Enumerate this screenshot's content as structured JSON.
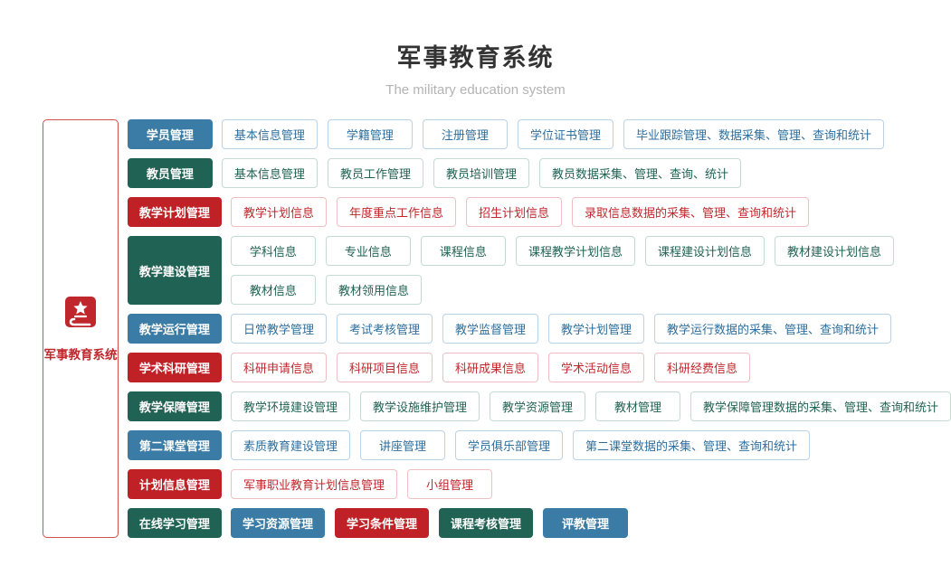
{
  "header": {
    "title": "军事教育系统",
    "subtitle": "The military education system"
  },
  "root": {
    "label": "军事教育系统",
    "icon": "book-star-icon"
  },
  "colors": {
    "blue_fill": "#3a7ca5",
    "green_fill": "#206253",
    "red_fill": "#bf2126",
    "blue_text": "#2e6f9e",
    "green_text": "#206253",
    "red_text": "#c0272c",
    "root_border": "#d0514d"
  },
  "rows": [
    {
      "category": {
        "label": "学员管理",
        "color": "blue"
      },
      "item_lines": [
        [
          {
            "label": "基本信息管理",
            "color": "blue",
            "filled": false
          },
          {
            "label": "学籍管理",
            "color": "blue",
            "filled": false
          },
          {
            "label": "注册管理",
            "color": "blue",
            "filled": false
          },
          {
            "label": "学位证书管理",
            "color": "blue",
            "filled": false
          },
          {
            "label": "毕业跟踪管理、数据采集、管理、查询和统计",
            "color": "blue",
            "filled": false
          }
        ]
      ]
    },
    {
      "category": {
        "label": "教员管理",
        "color": "green"
      },
      "item_lines": [
        [
          {
            "label": "基本信息管理",
            "color": "green",
            "filled": false
          },
          {
            "label": "教员工作管理",
            "color": "green",
            "filled": false
          },
          {
            "label": "教员培训管理",
            "color": "green",
            "filled": false
          },
          {
            "label": "教员数据采集、管理、查询、统计",
            "color": "green",
            "filled": false
          }
        ]
      ]
    },
    {
      "category": {
        "label": "教学计划管理",
        "color": "red"
      },
      "item_lines": [
        [
          {
            "label": "教学计划信息",
            "color": "red",
            "filled": false
          },
          {
            "label": "年度重点工作信息",
            "color": "red",
            "filled": false
          },
          {
            "label": "招生计划信息",
            "color": "red",
            "filled": false
          },
          {
            "label": "录取信息数据的采集、管理、查询和统计",
            "color": "red",
            "filled": false
          }
        ]
      ]
    },
    {
      "category": {
        "label": "教学建设管理",
        "color": "green"
      },
      "item_lines": [
        [
          {
            "label": "学科信息",
            "color": "green",
            "filled": false
          },
          {
            "label": "专业信息",
            "color": "green",
            "filled": false
          },
          {
            "label": "课程信息",
            "color": "green",
            "filled": false
          },
          {
            "label": "课程教学计划信息",
            "color": "green",
            "filled": false
          },
          {
            "label": "课程建设计划信息",
            "color": "green",
            "filled": false
          },
          {
            "label": "教材建设计划信息",
            "color": "green",
            "filled": false
          }
        ],
        [
          {
            "label": "教材信息",
            "color": "green",
            "filled": false
          },
          {
            "label": "教材领用信息",
            "color": "green",
            "filled": false
          }
        ]
      ]
    },
    {
      "category": {
        "label": "教学运行管理",
        "color": "blue"
      },
      "item_lines": [
        [
          {
            "label": "日常教学管理",
            "color": "blue",
            "filled": false
          },
          {
            "label": "考试考核管理",
            "color": "blue",
            "filled": false
          },
          {
            "label": "教学监督管理",
            "color": "blue",
            "filled": false
          },
          {
            "label": "教学计划管理",
            "color": "blue",
            "filled": false
          },
          {
            "label": "教学运行数据的采集、管理、查询和统计",
            "color": "blue",
            "filled": false
          }
        ]
      ]
    },
    {
      "category": {
        "label": "学术科研管理",
        "color": "red"
      },
      "item_lines": [
        [
          {
            "label": "科研申请信息",
            "color": "red",
            "filled": false
          },
          {
            "label": "科研项目信息",
            "color": "red",
            "filled": false
          },
          {
            "label": "科研成果信息",
            "color": "red",
            "filled": false
          },
          {
            "label": "学术活动信息",
            "color": "red",
            "filled": false
          },
          {
            "label": "科研经费信息",
            "color": "red",
            "filled": false
          }
        ]
      ]
    },
    {
      "category": {
        "label": "教学保障管理",
        "color": "green"
      },
      "item_lines": [
        [
          {
            "label": "教学环境建设管理",
            "color": "green",
            "filled": false
          },
          {
            "label": "教学设施维护管理",
            "color": "green",
            "filled": false
          },
          {
            "label": "教学资源管理",
            "color": "green",
            "filled": false
          },
          {
            "label": "教材管理",
            "color": "green",
            "filled": false
          },
          {
            "label": "教学保障管理数据的采集、管理、查询和统计",
            "color": "green",
            "filled": false
          }
        ]
      ]
    },
    {
      "category": {
        "label": "第二课堂管理",
        "color": "blue"
      },
      "item_lines": [
        [
          {
            "label": "素质教育建设管理",
            "color": "blue",
            "filled": false
          },
          {
            "label": "讲座管理",
            "color": "blue",
            "filled": false
          },
          {
            "label": "学员俱乐部管理",
            "color": "blue",
            "filled": false
          },
          {
            "label": "第二课堂数据的采集、管理、查询和统计",
            "color": "blue",
            "filled": false
          }
        ]
      ]
    },
    {
      "category": {
        "label": "计划信息管理",
        "color": "red"
      },
      "item_lines": [
        [
          {
            "label": "军事职业教育计划信息管理",
            "color": "red",
            "filled": false
          },
          {
            "label": "小组管理",
            "color": "red",
            "filled": false
          }
        ]
      ]
    },
    {
      "category": {
        "label": "在线学习管理",
        "color": "green"
      },
      "item_lines": [
        [
          {
            "label": "学习资源管理",
            "color": "blue",
            "filled": true
          },
          {
            "label": "学习条件管理",
            "color": "red",
            "filled": true
          },
          {
            "label": "课程考核管理",
            "color": "green",
            "filled": true
          },
          {
            "label": "评教管理",
            "color": "blue",
            "filled": true
          }
        ]
      ]
    }
  ]
}
